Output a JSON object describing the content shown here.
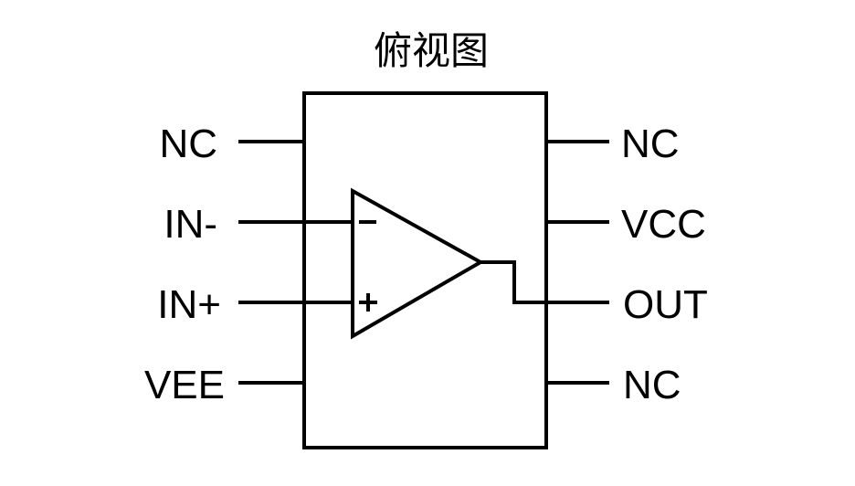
{
  "title": "俯视图",
  "view": "top view",
  "component": "op-amp",
  "pins_left": [
    {
      "label": "NC"
    },
    {
      "label": "IN-"
    },
    {
      "label": "IN+"
    },
    {
      "label": "VEE"
    }
  ],
  "pins_right": [
    {
      "label": "NC"
    },
    {
      "label": "VCC"
    },
    {
      "label": "OUT"
    },
    {
      "label": "NC"
    }
  ],
  "opamp": {
    "inverting_sign": "−",
    "noninverting_sign": "+"
  },
  "colors": {
    "line": "#000000",
    "background": "#ffffff"
  }
}
